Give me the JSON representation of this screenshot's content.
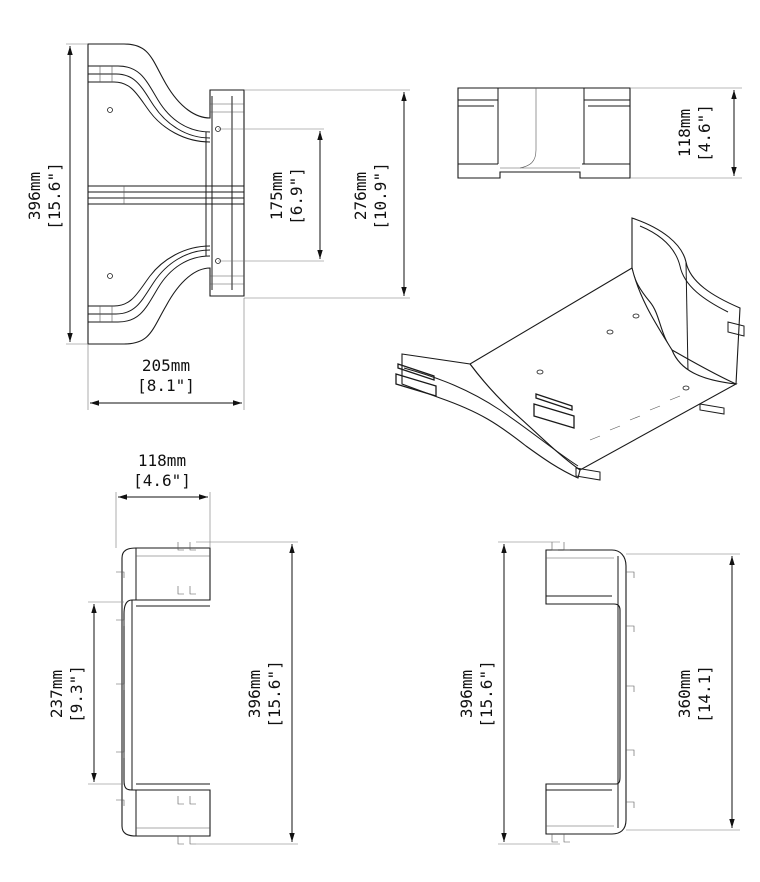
{
  "drawing": {
    "top_view": {
      "overall_height": "396mm",
      "overall_height_in": "[15.6\"]",
      "outlet_spacing": "175mm",
      "outlet_spacing_in": "[6.9\"]",
      "outlet_span": "276mm",
      "outlet_span_in": "[10.9\"]",
      "width": "205mm",
      "width_in": "[8.1\"]"
    },
    "end_view": {
      "depth": "118mm",
      "depth_in": "[4.6\"]"
    },
    "bottom_left_view": {
      "depth": "118mm",
      "depth_in": "[4.6\"]",
      "inner_span": "237mm",
      "inner_span_in": "[9.3\"]",
      "overall": "396mm",
      "overall_in": "[15.6\"]"
    },
    "bottom_right_view": {
      "overall": "396mm",
      "overall_in": "[15.6\"]",
      "inner": "360mm",
      "inner_in": "[14.1]"
    }
  },
  "colors": {
    "line": "#1a1a1a",
    "background": "#ffffff"
  }
}
